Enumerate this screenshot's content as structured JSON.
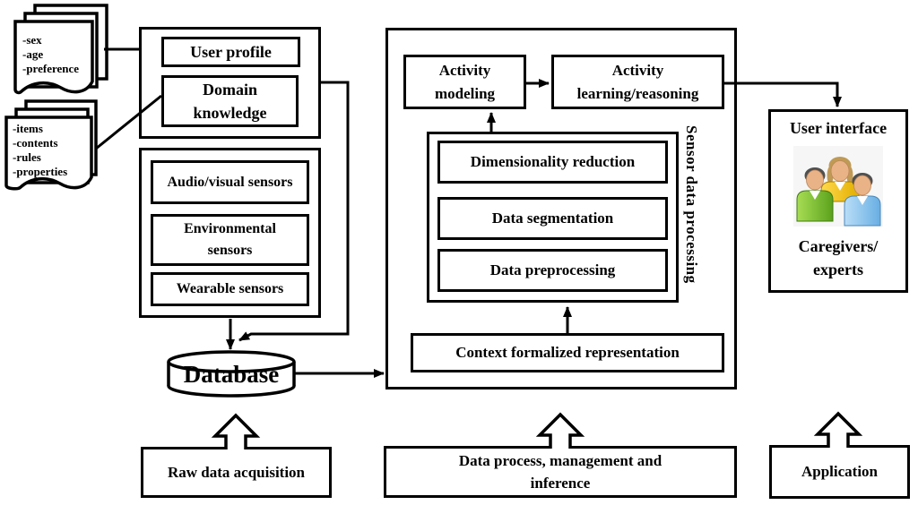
{
  "colors": {
    "line": "#000000",
    "background": "#ffffff",
    "person_green": "#76c043",
    "person_yellow": "#f5c400",
    "person_blue": "#7fc0ee",
    "person_skin": "#eab287",
    "hair_gray": "#4f4f4f",
    "hair_blonde": "#bf9a55",
    "people_image_bg": "#f6f6f6"
  },
  "documents_top": {
    "lines": [
      "-sex",
      "-age",
      "-preference"
    ]
  },
  "documents_bottom": {
    "lines": [
      "-items",
      "-contents",
      "-rules",
      "-properties"
    ]
  },
  "knowledge": {
    "user_profile": "User profile",
    "domain_knowledge": "Domain knowledge"
  },
  "sensors": {
    "audio_visual": "Audio/visual sensors",
    "environmental": "Environmental sensors",
    "wearable": "Wearable sensors"
  },
  "database": {
    "label": "Database"
  },
  "processing": {
    "activity_modeling": "Activity modeling",
    "activity_learning": "Activity learning/reasoning",
    "dimensionality_reduction": "Dimensionality reduction",
    "data_segmentation": "Data segmentation",
    "data_preprocessing": "Data preprocessing",
    "side_label": "Sensor data processing",
    "context": "Context formalized representation"
  },
  "user_interface": {
    "title": "User interface",
    "caption_line1": "Caregivers/",
    "caption_line2": "experts",
    "people_icon": "three-users-icon"
  },
  "stages": {
    "raw": "Raw data acquisition",
    "process": "Data process, management and inference",
    "application": "Application"
  }
}
